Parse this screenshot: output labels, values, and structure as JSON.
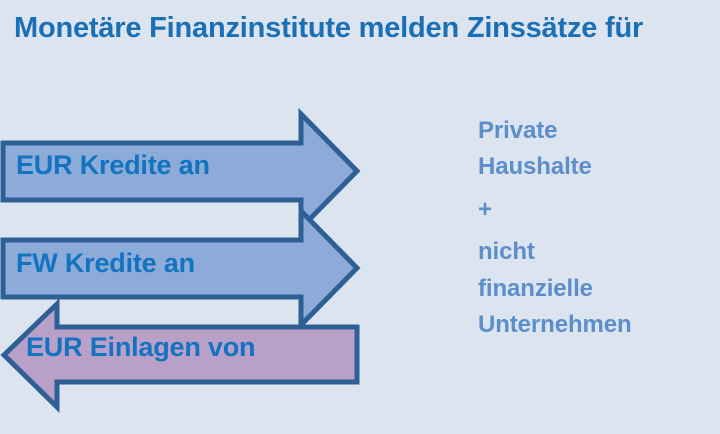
{
  "slide": {
    "background_color": "#dce4f0",
    "title": "Monetäre Finanzinstitute melden Zinssätze für"
  },
  "colors": {
    "title_text": "#1a6fb5",
    "arrow_label_text": "#1273c0",
    "arrow_blue_fill": "#8cabd9",
    "arrow_purple_fill": "#b9a0c8",
    "arrow_outline": "#2e5f95",
    "side_text": "#5c8ecb"
  },
  "arrows": [
    {
      "id": "arrow-eur-kredite",
      "label": "EUR Kredite an",
      "direction": "right",
      "fill": "#8cabd9",
      "outline": "#2e5f95"
    },
    {
      "id": "arrow-fw-kredite",
      "label": "FW Kredite an",
      "direction": "right",
      "fill": "#8cabd9",
      "outline": "#2e5f95"
    },
    {
      "id": "arrow-eur-einlagen",
      "label": "EUR Einlagen von",
      "direction": "left",
      "fill": "#b9a0c8",
      "outline": "#2e5f95"
    }
  ],
  "side_text": {
    "line1": "Private",
    "line2": "Haushalte",
    "line3": "+",
    "line4": "nicht",
    "line5": "finanzielle",
    "line6": "Unternehmen"
  }
}
